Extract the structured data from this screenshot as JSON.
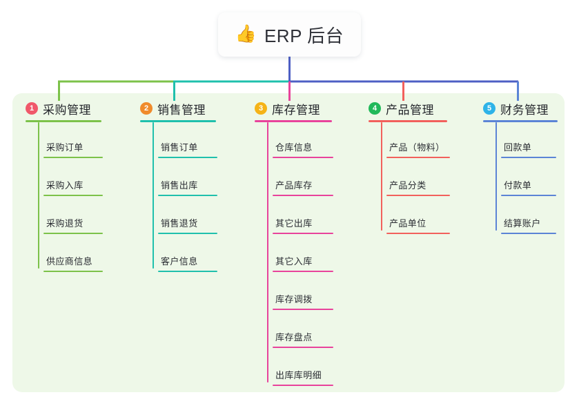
{
  "diagram": {
    "type": "mindmap",
    "title": "ERP 后台",
    "root": {
      "icon": "thumbs-up-icon",
      "emoji": "👍",
      "label": "ERP 后台"
    },
    "panel_color": "#eef8e8",
    "trunk_color": "#4e5fc4",
    "branches": [
      {
        "index": "1",
        "title": "采购管理",
        "color": "#7cc24a",
        "badge_color": "#f0586a",
        "items": [
          "采购订单",
          "采购入库",
          "采购退货",
          "供应商信息"
        ]
      },
      {
        "index": "2",
        "title": "销售管理",
        "color": "#1fc0ac",
        "badge_color": "#f08b2c",
        "items": [
          "销售订单",
          "销售出库",
          "销售退货",
          "客户信息"
        ]
      },
      {
        "index": "3",
        "title": "库存管理",
        "color": "#e8439b",
        "badge_color": "#f5b317",
        "items": [
          "仓库信息",
          "产品库存",
          "其它出库",
          "其它入库",
          "库存调拨",
          "库存盘点",
          "出库库明细"
        ]
      },
      {
        "index": "4",
        "title": "产品管理",
        "color": "#f2605c",
        "badge_color": "#21b95a",
        "items": [
          "产品（物料）",
          "产品分类",
          "产品单位"
        ]
      },
      {
        "index": "5",
        "title": "财务管理",
        "color": "#5b84d6",
        "badge_color": "#2eb3e8",
        "items": [
          "回款单",
          "付款单",
          "结算账户"
        ]
      }
    ]
  }
}
